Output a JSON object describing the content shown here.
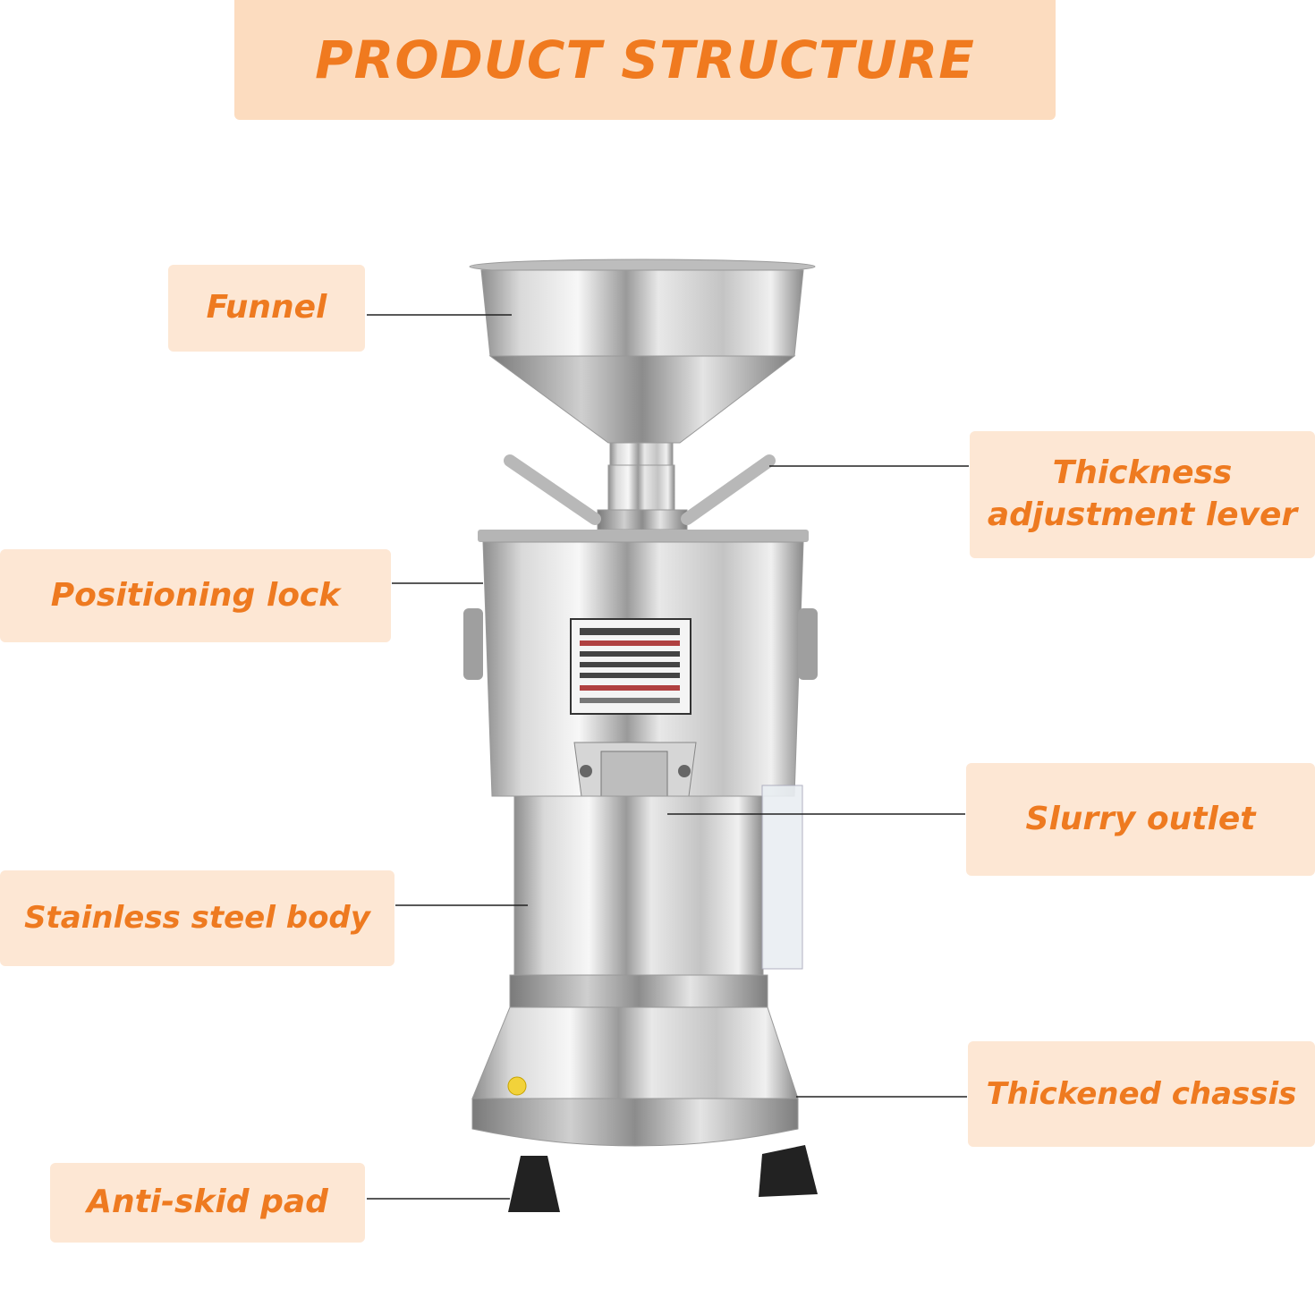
{
  "title": "PRODUCT STRUCTURE",
  "labels": {
    "funnel": "Funnel",
    "thickness_line1": "Thickness",
    "thickness_line2": "adjustment lever",
    "positioning_lock": "Positioning lock",
    "slurry_outlet": "Slurry outlet",
    "stainless_body": "Stainless steel body",
    "thickened_chassis": "Thickened chassis",
    "anti_skid_pad": "Anti-skid pad"
  },
  "colors": {
    "accent": "#f07a1f",
    "label_bg": "#fde7d4",
    "banner_bg": "#fcdcbf",
    "steel": "#c8c8c8"
  }
}
